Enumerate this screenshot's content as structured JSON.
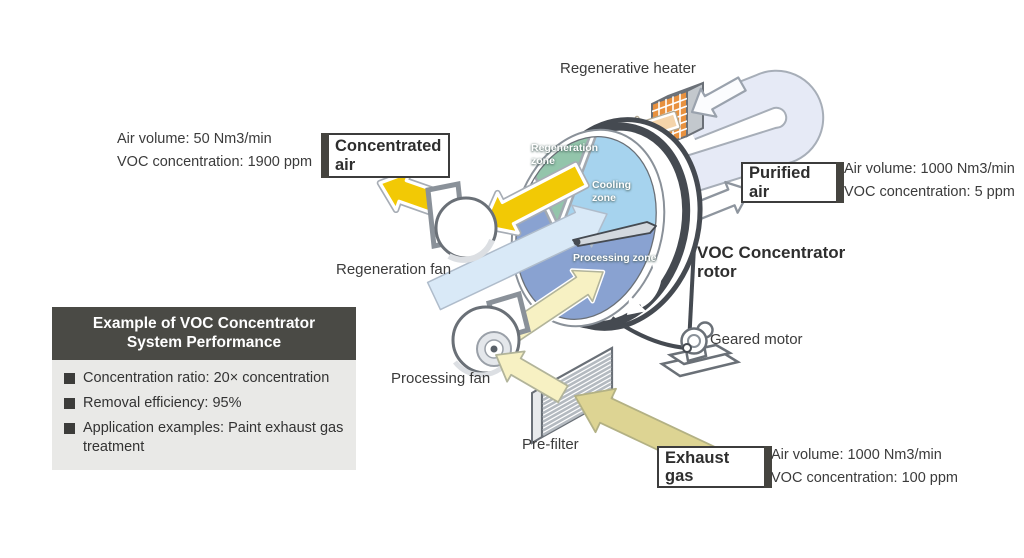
{
  "diagram": {
    "heater_label": "Regenerative heater",
    "rotor_label_line1": "VOC Concentrator",
    "rotor_label_line2": "rotor",
    "regeneration_fan_label": "Regeneration fan",
    "processing_fan_label": "Processing fan",
    "pre_filter_label": "Pre-filter",
    "geared_motor_label": "Geared motor",
    "zones": {
      "regeneration": "Regeneration zone",
      "cooling": "Cooling zone",
      "processing": "Processing zone"
    }
  },
  "streams": {
    "concentrated": {
      "label": "Concentrated air",
      "air_volume": "Air volume: 50 Nm3/min",
      "voc_concentration": "VOC concentration: 1900 ppm"
    },
    "purified": {
      "label": "Purified air",
      "air_volume": "Air volume: 1000 Nm3/min",
      "voc_concentration": "VOC concentration: 5 ppm"
    },
    "exhaust": {
      "label": "Exhaust gas",
      "air_volume": "Air volume: 1000 Nm3/min",
      "voc_concentration": "VOC concentration: 100 ppm"
    }
  },
  "performance_box": {
    "title": "Example of VOC Concentrator System Performance",
    "items": [
      "Concentration ratio: 20× concentration",
      "Removal efficiency: 95%",
      "Application examples: Paint exhaust gas treatment"
    ]
  },
  "colors": {
    "yellow_arrow": "#f2c905",
    "pale_yellow_arrow": "#f7f1c3",
    "khaki_arrow": "#ddd493",
    "peach_arrow": "#f4d4aa",
    "pale_blue_beam": "#d9e9f7",
    "pipe_lavender": "#e6eaf6",
    "zone_regeneration": "#93c5ab",
    "zone_cooling": "#a6d3ee",
    "zone_processing": "#89a2d1",
    "rim_dark": "#454a51",
    "heater_orange": "#e8913f",
    "header_dark": "#4a4a45",
    "body_gray": "#e9e9e7"
  }
}
